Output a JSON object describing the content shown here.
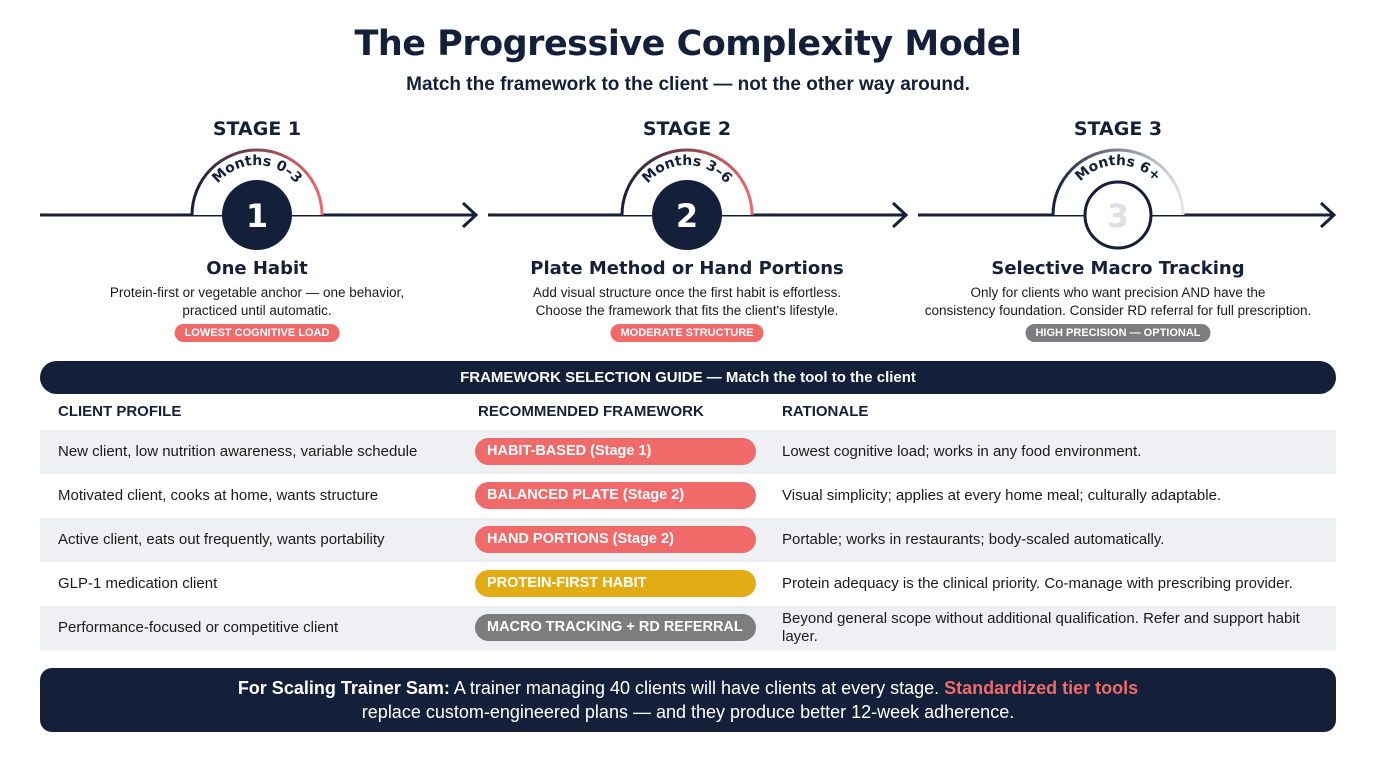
{
  "title": "The Progressive Complexity Model",
  "subtitle": "Match the framework to the client — not the other way around.",
  "colors": {
    "navy": "#14203a",
    "coral": "#f06a6a",
    "gold": "#e2ad14",
    "gray": "#7d7d80"
  },
  "stages": [
    {
      "label": "STAGE 1",
      "months": "Months 0–3",
      "number": "1",
      "heading": "One Habit",
      "desc1": "Protein-first or vegetable anchor — one behavior,",
      "desc2": "practiced until automatic.",
      "badge": "LOWEST COGNITIVE LOAD"
    },
    {
      "label": "STAGE 2",
      "months": "Months 3–6",
      "number": "2",
      "heading": "Plate Method or Hand Portions",
      "desc1": "Add visual structure once the first habit is effortless.",
      "desc2": "Choose the framework that fits the client's lifestyle.",
      "badge": "MODERATE STRUCTURE"
    },
    {
      "label": "STAGE 3",
      "months": "Months 6+",
      "number": "3",
      "heading": "Selective Macro Tracking",
      "desc1": "Only for clients who want precision AND have the",
      "desc2": "consistency foundation. Consider RD referral for full prescription.",
      "badge": "HIGH PRECISION — OPTIONAL"
    }
  ],
  "guide": {
    "title": "FRAMEWORK SELECTION GUIDE — Match the tool to the client",
    "headers": [
      "CLIENT PROFILE",
      "RECOMMENDED FRAMEWORK",
      "RATIONALE"
    ],
    "rows": [
      {
        "profile": "New client, low nutrition awareness, variable schedule",
        "framework": "HABIT-BASED (Stage 1)",
        "rationale": "Lowest cognitive load; works in any food environment."
      },
      {
        "profile": "Motivated client, cooks at home, wants structure",
        "framework": "BALANCED PLATE (Stage 2)",
        "rationale": "Visual simplicity; applies at every home meal; culturally adaptable."
      },
      {
        "profile": "Active client, eats out frequently, wants portability",
        "framework": "HAND PORTIONS (Stage 2)",
        "rationale": "Portable; works in restaurants; body-scaled automatically."
      },
      {
        "profile": "GLP-1 medication client",
        "framework": "PROTEIN-FIRST HABIT",
        "rationale": "Protein adequacy is the clinical priority. Co-manage with prescribing provider."
      },
      {
        "profile": "Performance-focused or competitive client",
        "framework": "MACRO TRACKING + RD REFERRAL",
        "rationale": "Beyond general scope without additional qualification. Refer and support habit layer."
      }
    ]
  },
  "footer": {
    "lead": "For Scaling Trainer Sam:",
    "text1": " A trainer managing 40 clients will have clients at every stage. ",
    "highlight": "Standardized tier tools",
    "text2": "replace custom-engineered plans — and they produce better 12-week adherence."
  }
}
